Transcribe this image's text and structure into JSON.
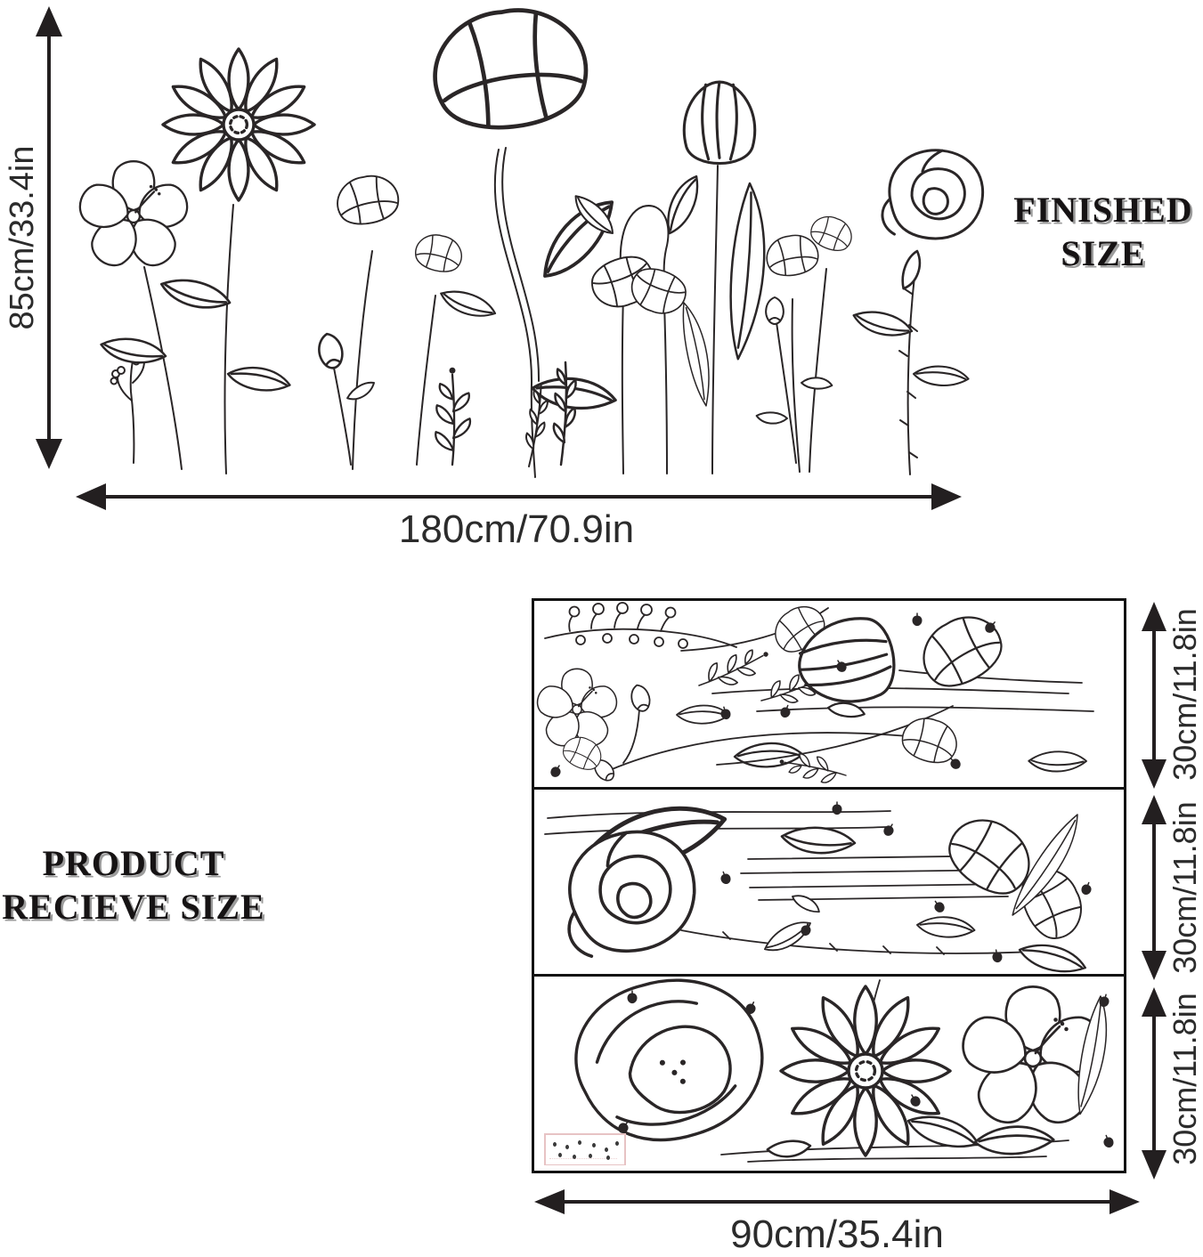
{
  "finished": {
    "title_line1": "FINISHED",
    "title_line2": "SIZE",
    "height_label": "85cm/33.4in",
    "width_label": "180cm/70.9in"
  },
  "received": {
    "title_line1": "PRODUCT",
    "title_line2": "RECIEVE SIZE",
    "width_label": "90cm/35.4in",
    "sheets": [
      {
        "height_label": "30cm/11.8in"
      },
      {
        "height_label": "30cm/11.8in"
      },
      {
        "height_label": "30cm/11.8in"
      }
    ]
  },
  "colors": {
    "ink": "#2a2627",
    "arrow": "#231f20",
    "watermark_border": "#e7c3c4",
    "background": "#ffffff"
  }
}
